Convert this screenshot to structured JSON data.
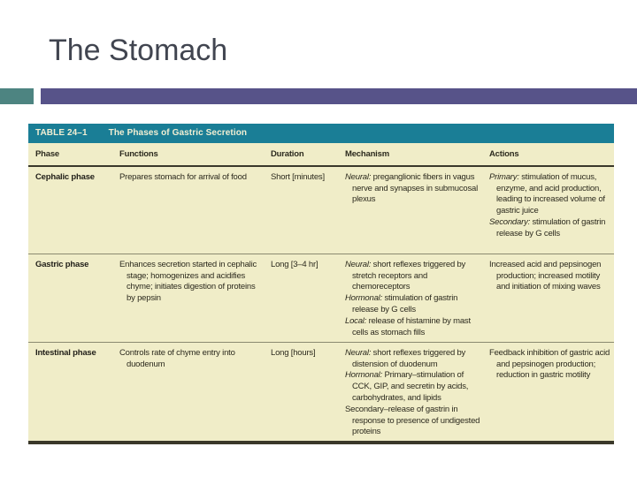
{
  "slide": {
    "title": "The Stomach"
  },
  "accent": {
    "teal": "#4d8481",
    "purple": "#575389"
  },
  "table": {
    "header_label": "TABLE 24–1",
    "header_title": "The Phases of Gastric Secretion",
    "header_bg": "#1a7e96",
    "body_bg": "#f0edc8",
    "columns": [
      "Phase",
      "Functions",
      "Duration",
      "Mechanism",
      "Actions"
    ],
    "rows": [
      {
        "phase": "Cephalic phase",
        "functions": [
          {
            "text": "Prepares stomach for arrival of food"
          }
        ],
        "duration": "Short [minutes]",
        "mechanism": [
          {
            "lead": "Neural:",
            "text": "preganglionic fibers in vagus nerve and synapses in submucosal plexus"
          }
        ],
        "actions": [
          {
            "lead": "Primary:",
            "text": "stimulation of mucus, enzyme, and acid production, leading to increased volume of gastric juice"
          },
          {
            "lead": "Secondary:",
            "text": "stimulation of gastrin release by G cells"
          }
        ]
      },
      {
        "phase": "Gastric phase",
        "functions": [
          {
            "text": "Enhances secretion started in cephalic stage; homogenizes and acidifies chyme; initiates digestion of proteins by pepsin"
          }
        ],
        "duration": "Long [3–4 hr]",
        "mechanism": [
          {
            "lead": "Neural:",
            "text": "short reflexes triggered by stretch receptors and chemoreceptors"
          },
          {
            "lead": "Hormonal:",
            "text": "stimulation of gastrin release by G cells"
          },
          {
            "lead": "Local:",
            "text": "release of histamine by mast cells as stomach fills"
          }
        ],
        "actions": [
          {
            "text": "Increased acid and pepsinogen production; increased motility and initiation of mixing waves"
          }
        ]
      },
      {
        "phase": "Intestinal phase",
        "functions": [
          {
            "text": "Controls rate of chyme entry into duodenum"
          }
        ],
        "duration": "Long [hours]",
        "mechanism": [
          {
            "lead": "Neural:",
            "text": "short reflexes triggered by distension of duodenum"
          },
          {
            "lead": "Hormonal:",
            "text": "Primary–stimulation of CCK, GIP, and secretin by acids, carbohydrates, and lipids"
          },
          {
            "text": "Secondary–release of gastrin in response to presence of undigested proteins"
          }
        ],
        "actions": [
          {
            "text": "Feedback inhibition of gastric acid and pepsinogen production; reduction in gastric motility"
          }
        ]
      }
    ]
  }
}
